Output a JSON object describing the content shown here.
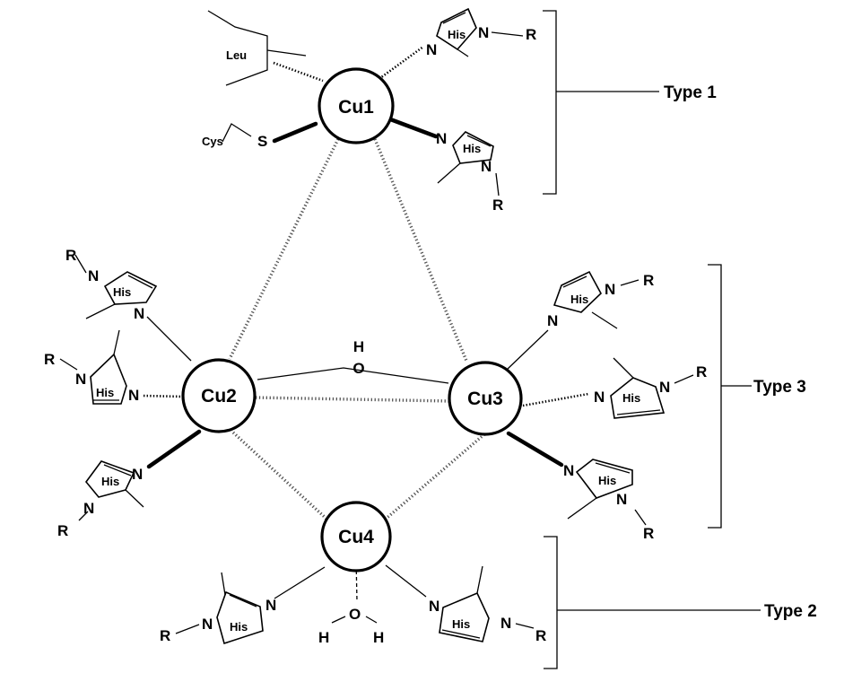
{
  "copper_centers": [
    {
      "id": "cu1",
      "label": "Cu1"
    },
    {
      "id": "cu2",
      "label": "Cu2"
    },
    {
      "id": "cu3",
      "label": "Cu3"
    },
    {
      "id": "cu4",
      "label": "Cu4"
    }
  ],
  "ligand_labels": {
    "leu": "Leu",
    "cys": "Cys",
    "sulfur": "S",
    "his": "His",
    "nitrogen": "N",
    "r_group": "R",
    "hydrogen": "H",
    "oxygen": "O"
  },
  "site_types": {
    "type1": "Type 1",
    "type2": "Type 2",
    "type3": "Type 3"
  }
}
